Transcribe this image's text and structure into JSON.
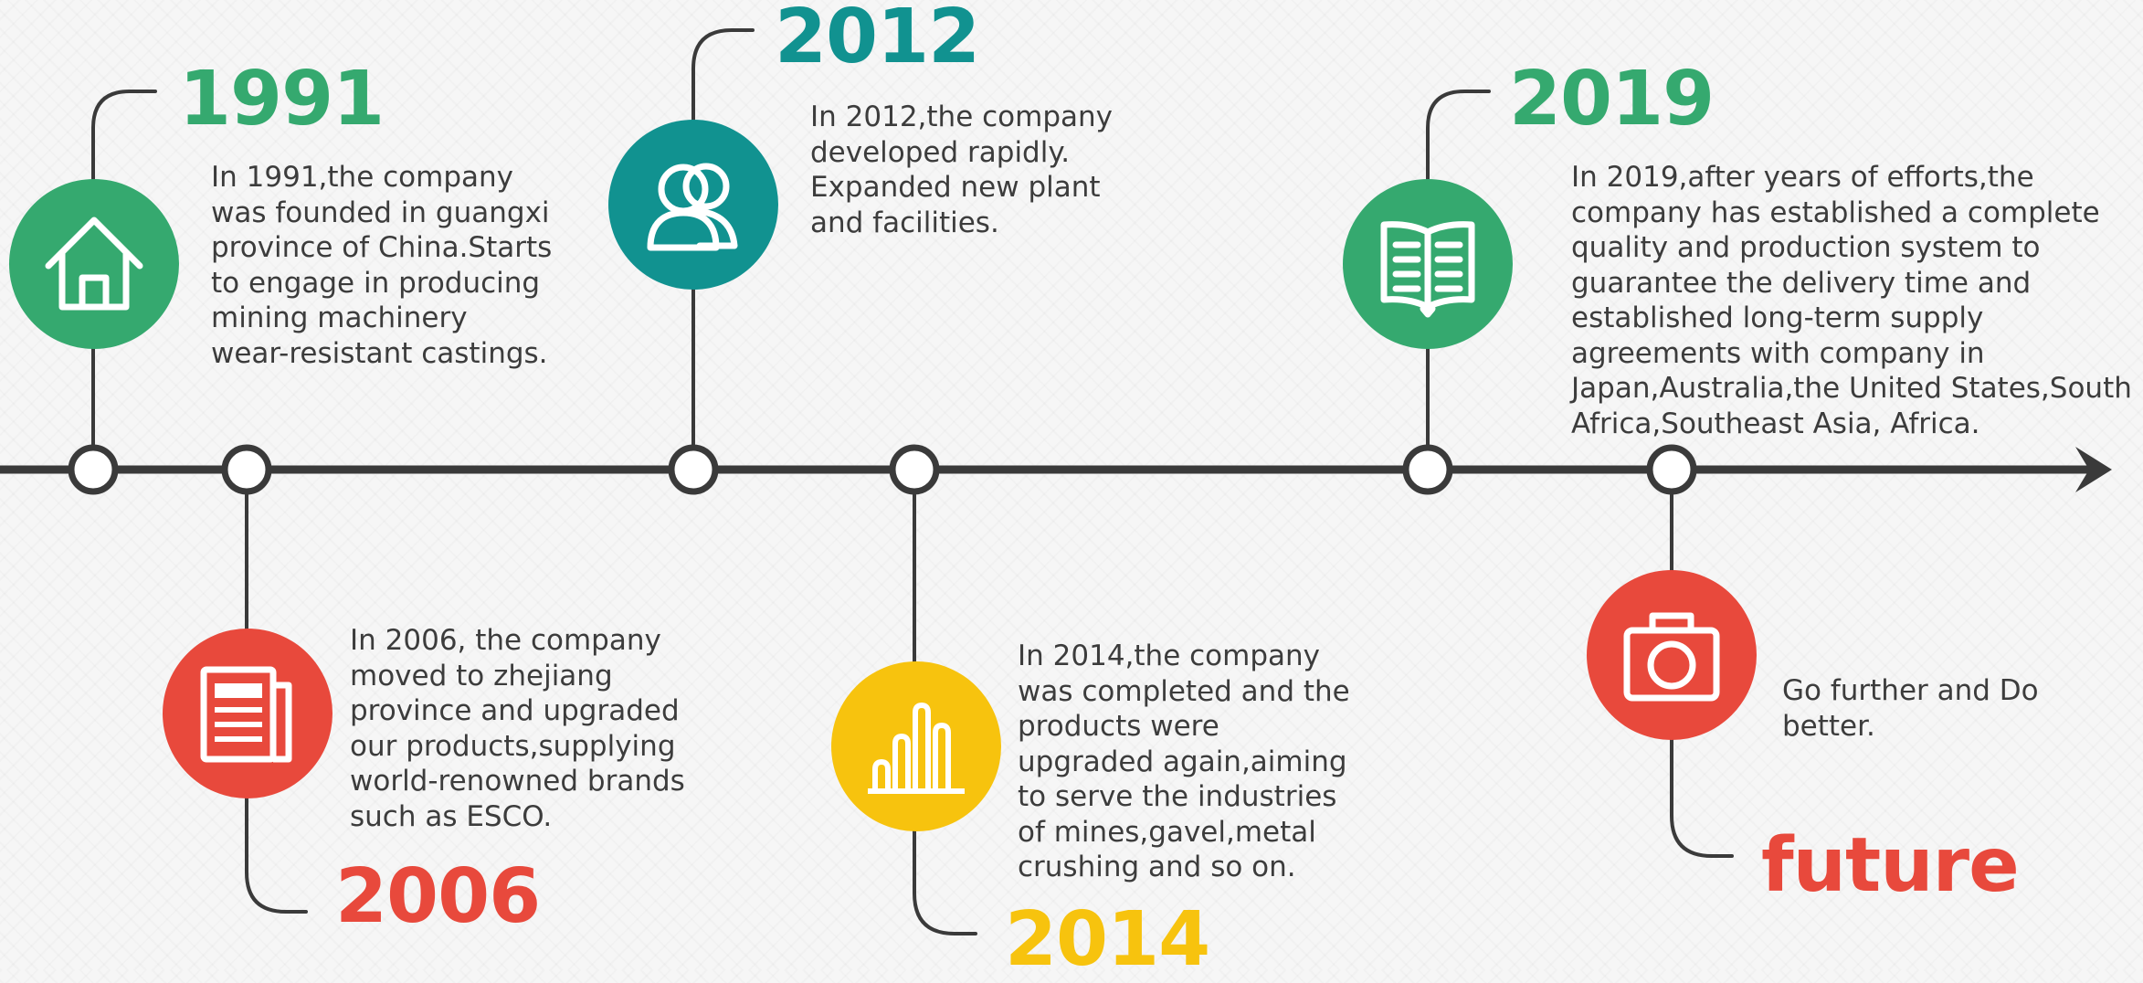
{
  "colors": {
    "green": "#35a96f",
    "teal": "#119290",
    "red": "#e8493c",
    "yellow": "#f7c30e",
    "line": "#3a3a3a",
    "text": "#3c3c3c"
  },
  "milestones": [
    {
      "year": "1991",
      "text": "In 1991,the company\nwas founded in guangxi\nprovince of China.Starts\nto engage in producing\nmining machinery\nwear-resistant castings.",
      "icon": "house-icon",
      "color": "#35a96f"
    },
    {
      "year": "2006",
      "text": "In 2006, the company\nmoved to zhejiang\nprovince and upgraded\nour products,supplying\nworld-renowned brands\nsuch as ESCO.",
      "icon": "document-icon",
      "color": "#e8493c"
    },
    {
      "year": "2012",
      "text": "In 2012,the company\ndeveloped rapidly.\nExpanded new plant\nand facilities.",
      "icon": "users-icon",
      "color": "#119290"
    },
    {
      "year": "2014",
      "text": "In 2014,the company\nwas completed and the\nproducts were\nupgraded again,aiming\nto serve the industries\nof mines,gavel,metal\ncrushing and so on.",
      "icon": "bar-chart-icon",
      "color": "#f7c30e"
    },
    {
      "year": "2019",
      "text": "In 2019,after years of efforts,the\ncompany has established a complete\nquality and production system to\nguarantee the delivery time and\nestablished long-term supply\nagreements with company in\nJapan,Australia,the United States,South\nAfrica,Southeast Asia, Africa.",
      "icon": "book-icon",
      "color": "#35a96f"
    },
    {
      "year": "future",
      "text": "Go further and Do\nbetter.",
      "icon": "camera-icon",
      "color": "#e8493c"
    }
  ]
}
